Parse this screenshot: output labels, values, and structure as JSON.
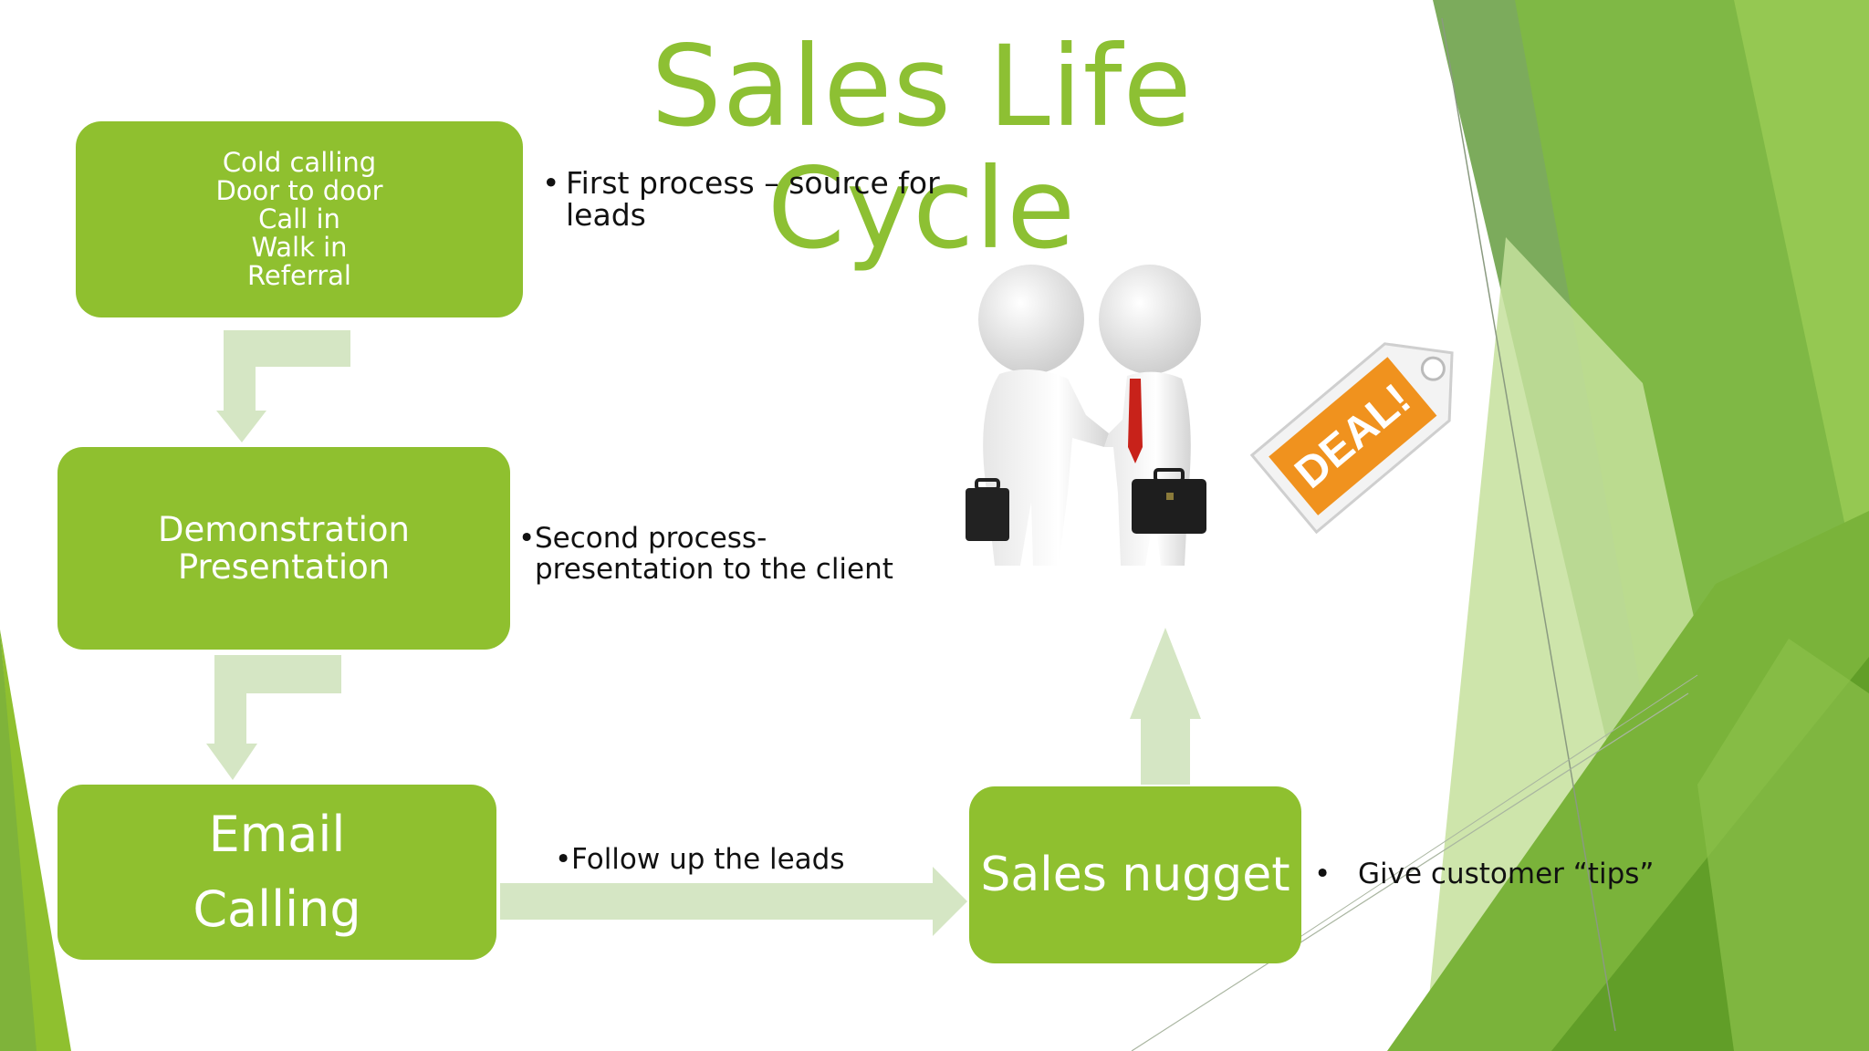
{
  "title": "Sales Life Cycle",
  "boxes": {
    "lead_sources": [
      "Cold calling",
      "Door to door",
      "Call in",
      "Walk in",
      "Referral"
    ],
    "demonstration": [
      "Demonstration",
      "Presentation"
    ],
    "follow_up": [
      "Email",
      "Calling"
    ],
    "sales_nugget": [
      "Sales nugget"
    ]
  },
  "bullets": {
    "first": {
      "dot": "•",
      "text": [
        "First process – source for",
        "leads"
      ]
    },
    "second": {
      "dot": "•",
      "text": [
        "Second process-",
        "presentation to the client"
      ]
    },
    "third": {
      "dot": "•",
      "text": [
        "Follow up the leads"
      ]
    },
    "fourth": {
      "dot": "•",
      "text": [
        "Give customer “tips”"
      ]
    }
  },
  "illustration": {
    "tag_text": "DEAL!",
    "icon": "handshake-deal-icon"
  },
  "colors": {
    "title": "#8dc033",
    "box": "#8fc02f",
    "arrow": "#d5e6c4",
    "deco_dark": "#5b9a2a",
    "deco_light": "#c9e3a3",
    "tag_orange": "#f0921e"
  }
}
